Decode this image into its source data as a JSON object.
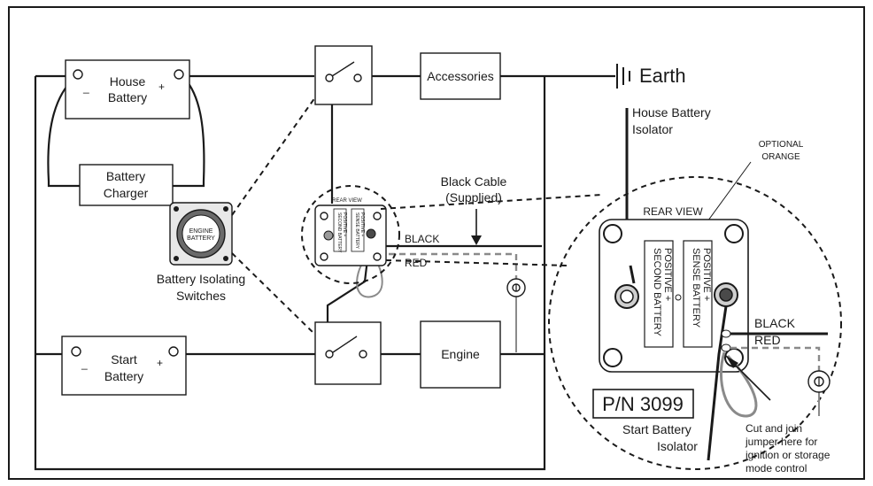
{
  "house_battery": {
    "line1": "House",
    "line2": "Battery",
    "neg": "_",
    "pos": "+"
  },
  "battery_charger": {
    "line1": "Battery",
    "line2": "Charger"
  },
  "accessories": "Accessories",
  "earth": "Earth",
  "start_battery": {
    "line1": "Start",
    "line2": "Battery",
    "neg": "_",
    "pos": "+"
  },
  "engine": "Engine",
  "switch_label": {
    "line1": "Battery Isolating",
    "line2": "Switches"
  },
  "switch_face": {
    "line1": "ENGINE",
    "line2": "BATTERY"
  },
  "black_cable": {
    "line1": "Black Cable",
    "line2": "(Supplied)"
  },
  "wires": {
    "black": "BLACK",
    "red": "RED"
  },
  "small_unit": {
    "rear_view": "REAR VIEW",
    "left_a": "SECOND BATTERY",
    "left_b": "POSITIVE +",
    "right_a": "SENSE BATTERY",
    "right_b": "POSITIVE +"
  },
  "house_isolator": {
    "line1": "House Battery",
    "line2": "Isolator"
  },
  "optional": {
    "line1": "OPTIONAL",
    "line2": "ORANGE"
  },
  "large_unit": {
    "rear_view": "REAR VIEW",
    "left_a": "SECOND BATTERY",
    "left_b": "POSITIVE +",
    "right_a": "SENSE BATTERY",
    "right_b": "POSITIVE +",
    "black": "BLACK",
    "red": "RED"
  },
  "part_number": "P/N 3099",
  "start_isolator": {
    "line1": "Start Battery",
    "line2": "Isolator"
  },
  "jumper_note": {
    "line1": "Cut and join",
    "line2": "jumper here for",
    "line3": "ignition or storage",
    "line4": "mode control"
  }
}
